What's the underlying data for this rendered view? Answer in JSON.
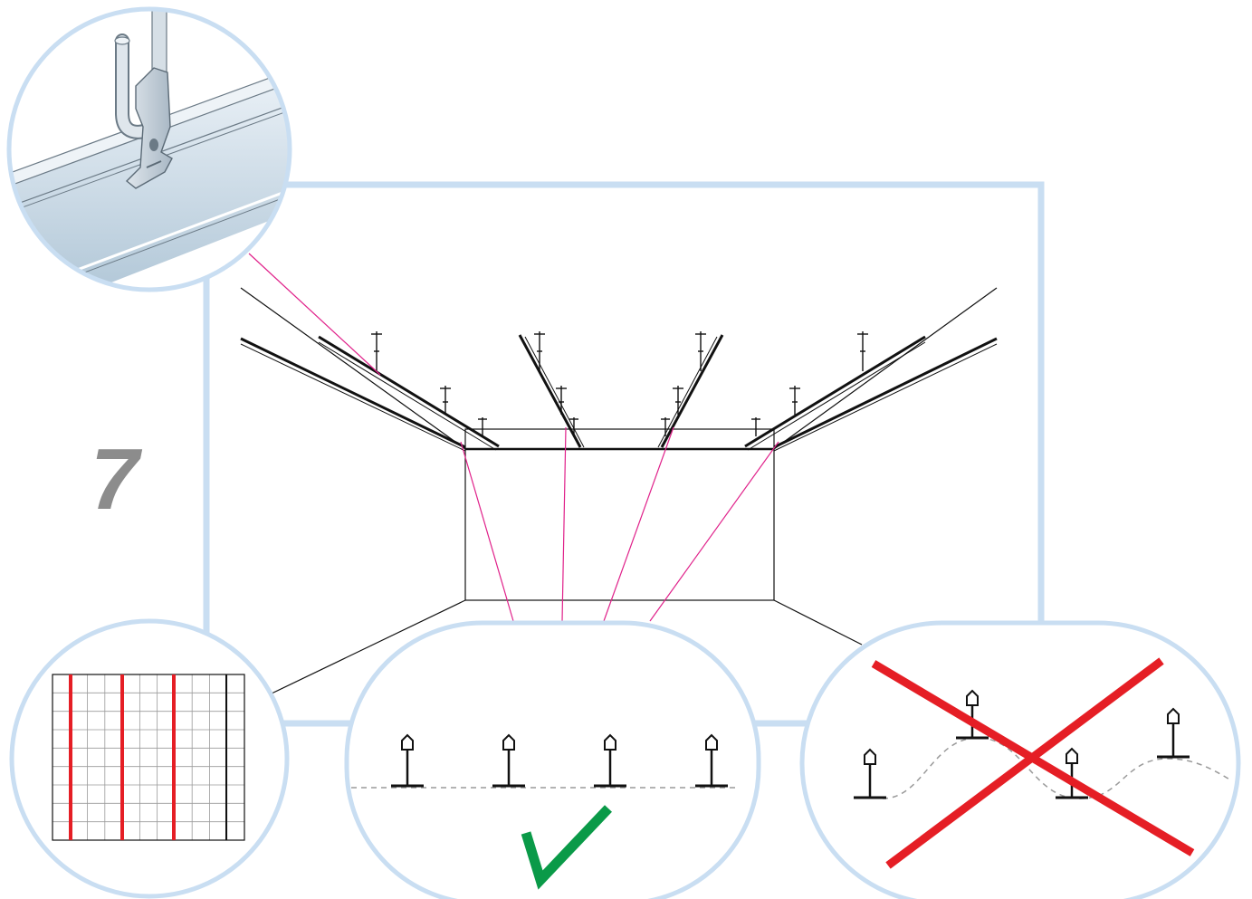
{
  "diagram": {
    "step_number": "7",
    "colors": {
      "frame": "#c9def2",
      "step_number": "#8c8c8c",
      "guide_line": "#e0218a",
      "ok_check": "#0a9a48",
      "wrong_cross": "#e51e25",
      "red_main_runner": "#e51e25",
      "level_line": "#9a9a9a",
      "ink": "#111111"
    },
    "callouts": [
      {
        "id": "hanger-clip-detail",
        "icon": "hanger-clip-icon"
      },
      {
        "id": "grid-layout-plan",
        "icon": "grid-plan-icon",
        "red_runner_count": 3
      },
      {
        "id": "level-correct",
        "icon": "check-mark-icon",
        "hanger_count": 4,
        "level": "even"
      },
      {
        "id": "level-wrong",
        "icon": "cross-mark-icon",
        "hanger_count": 4,
        "level": "uneven"
      }
    ]
  }
}
